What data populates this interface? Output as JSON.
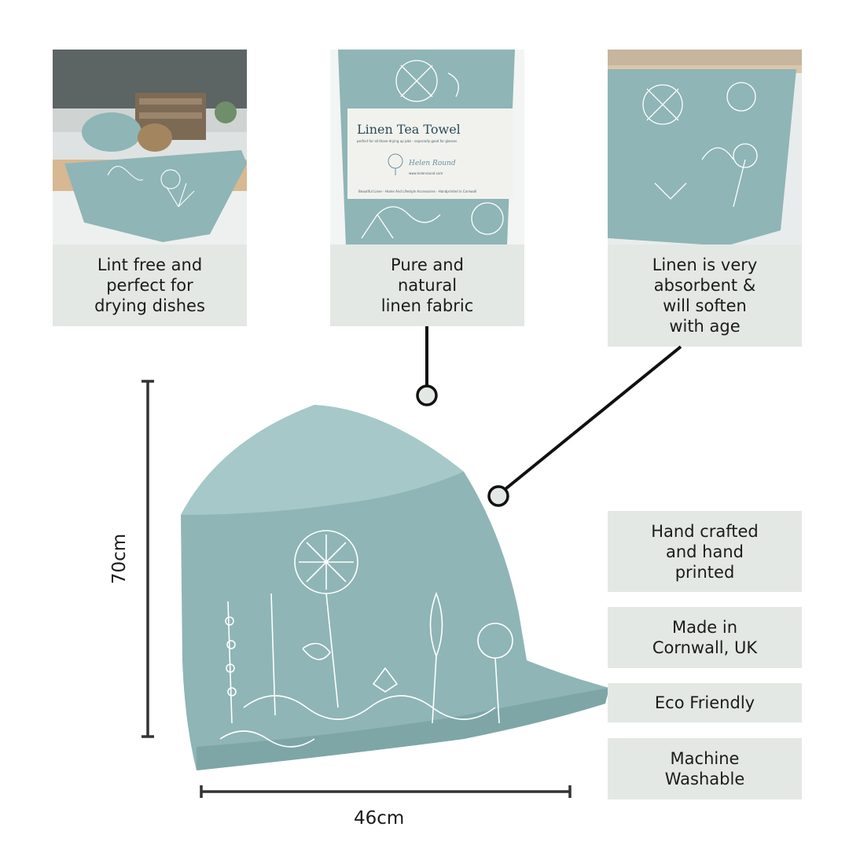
{
  "top_features": [
    {
      "text": "Lint free and\nperfect for\ndrying dishes"
    },
    {
      "text": "Pure and\nnatural\nlinen fabric"
    },
    {
      "text": "Linen is very\nabsorbent &\nwill soften\nwith age"
    }
  ],
  "package_label": {
    "title": "Linen Tea Towel",
    "tagline": "perfect for all those drying up jobs - especially good for glasses",
    "brand": "Helen Round",
    "website": "www.helenround.com",
    "footer": "Beautiful Linen - Home And Lifestyle Accessories - Handprinted in Cornwall"
  },
  "side_features": [
    {
      "text": "Hand crafted\nand hand\nprinted"
    },
    {
      "text": "Made in\nCornwall, UK"
    },
    {
      "text": "Eco Friendly"
    },
    {
      "text": "Machine\nWashable"
    }
  ],
  "dimensions": {
    "height": "70cm",
    "width": "46cm"
  },
  "colors": {
    "caption_bg": "#e3e8e4",
    "towel": "#8fb5b6",
    "towel_light": "#a6c8c8",
    "print": "#ffffff"
  }
}
